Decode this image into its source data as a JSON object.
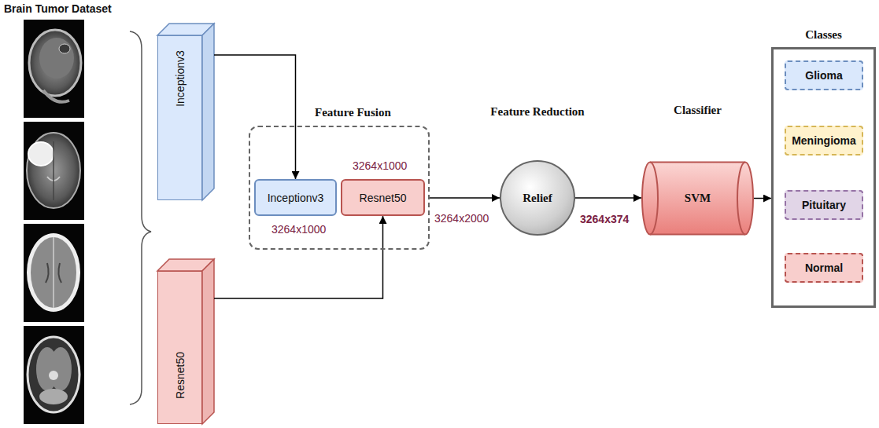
{
  "diagram": {
    "title": "Brain Tumor Dataset",
    "nodes": [
      {
        "text": [
          "Inceptionv3"
        ]
      },
      {
        "text": [
          "Resnet50"
        ]
      },
      {
        "text": [
          "Feature Fusion"
        ]
      },
      {
        "text": [
          "Inceptionv3"
        ],
        "in": 2
      },
      {
        "text": [
          "Resnet50"
        ],
        "in": 2
      },
      {
        "text": [
          "Feature Reduction",
          "Relief"
        ]
      },
      {
        "text": [
          "Classifier",
          "SVM"
        ]
      },
      {
        "text": [
          "Classes"
        ]
      },
      {
        "text": [
          "Glioma"
        ],
        "in": 7
      },
      {
        "text": [
          "Meningioma"
        ],
        "in": 7
      },
      {
        "text": [
          "Pituitary"
        ],
        "in": 7
      },
      {
        "text": [
          "Normal"
        ],
        "in": 7
      }
    ],
    "edges": [
      {
        "from": 0,
        "to": 3,
        "arrow": "to"
      },
      {
        "from": 1,
        "to": 4,
        "arrow": "to"
      },
      {
        "from": 2,
        "to": 5,
        "arrow": "to"
      },
      {
        "from": 5,
        "to": 6,
        "arrow": "to"
      },
      {
        "from": 6,
        "to": 7,
        "arrow": "to"
      }
    ],
    "labels": [
      "3264x1000",
      "3264x1000",
      "3264x2000",
      "3264x374"
    ]
  }
}
